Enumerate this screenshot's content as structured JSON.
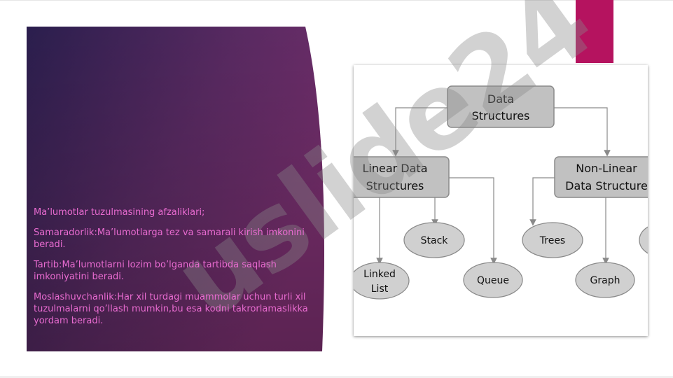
{
  "watermark": {
    "text": "uslide24"
  },
  "text_block": {
    "heading": "Ma’lumotlar tuzulmasining afzaliklari;",
    "items": [
      "Samaradorlik:Ma’lumotlarga tez va samarali kirish imkonini beradi.",
      "Tartib:Ma’lumotlarni lozim bo’lganda tartibda saqlash imkoniyatini beradi.",
      "Moslashuvchanlik:Har xil turdagi muammolar uchun turli xil tuzulmalarni qo’llash mumkin,bu esa kodni takrorlamaslikka yordam beradi."
    ]
  },
  "diagram": {
    "root": {
      "line1": "Data",
      "line2": "Structures"
    },
    "linear": {
      "line1": "Linear Data",
      "line2": "Structures"
    },
    "nonlinear": {
      "line1": "Non-Linear",
      "line2": "Data Structure"
    },
    "leaves": {
      "stack": "Stack",
      "linked_line1": "Linked",
      "linked_line2": "List",
      "queue": "Queue",
      "trees": "Trees",
      "graph": "Graph"
    }
  },
  "colors": {
    "panel_dark": "#2a1e4d",
    "panel_light": "#7a2f6e",
    "accent": "#b5135f",
    "text": "#e86bd0",
    "node_fill": "#c1c1c1",
    "node_stroke": "#8a8a8a",
    "leaf_fill": "#d0d0d0"
  }
}
